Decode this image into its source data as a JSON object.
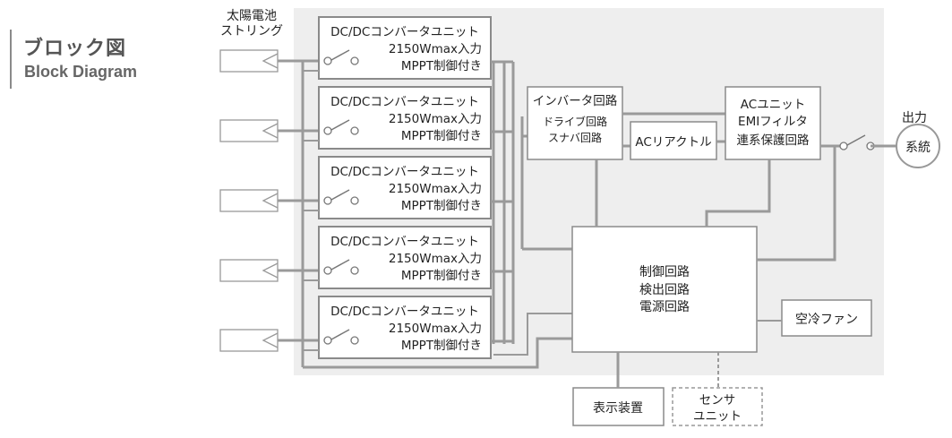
{
  "title": {
    "ja": "ブロック図",
    "en": "Block Diagram"
  },
  "pv_label": "太陽電池\nストリング",
  "output_label": "出力",
  "grid_label": "系統",
  "converter_lines": [
    "DC/DCコンバータユニット",
    "2150Wmax入力",
    "MPPT制御付き"
  ],
  "converter_count": 5,
  "inverter_lines": [
    "インバータ回路",
    "ドライブ回路",
    "スナバ回路"
  ],
  "ac_reactor": "ACリアクトル",
  "ac_unit_lines": [
    "ACユニット",
    "EMIフィルタ",
    "連系保護回路"
  ],
  "control_lines": [
    "制御回路",
    "検出回路",
    "電源回路"
  ],
  "fan": "空冷ファン",
  "display": "表示装置",
  "sensor_lines": [
    "センサ",
    "ユニット"
  ],
  "colors": {
    "panel_bg": "#eeeeee",
    "line": "#9a9a9a",
    "box_border": "#8a8a8a",
    "text": "#222222"
  }
}
